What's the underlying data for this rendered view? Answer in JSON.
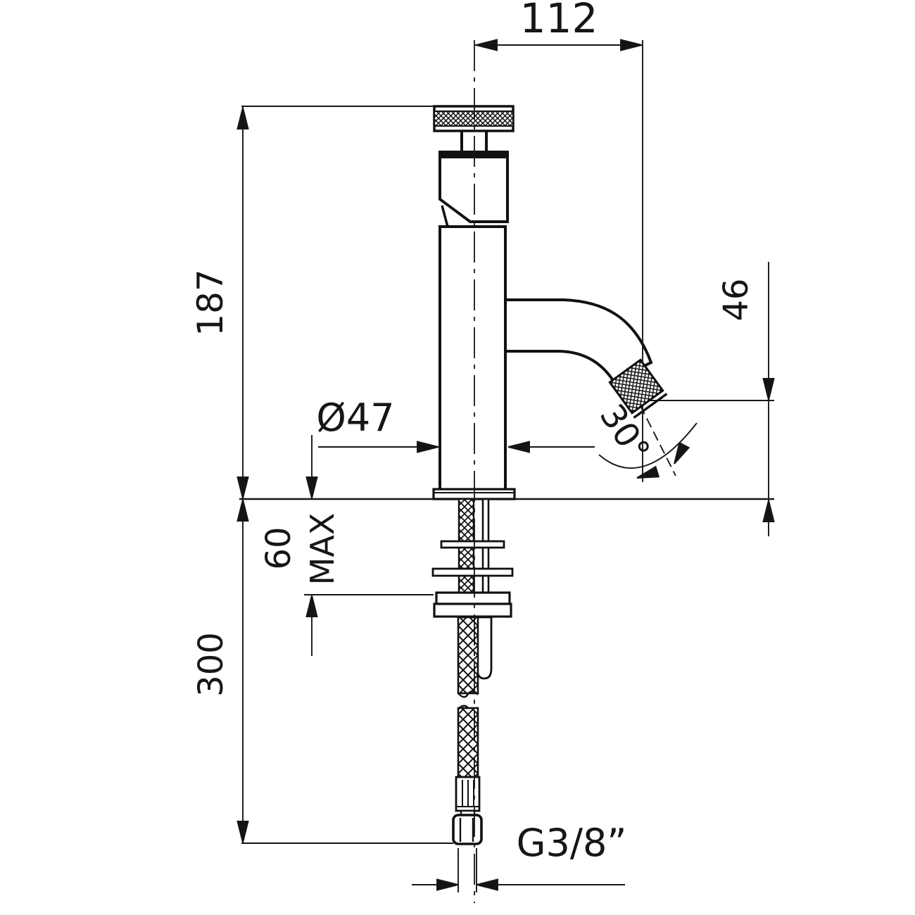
{
  "drawing": {
    "type": "faucet-installation-technical-drawing",
    "line_color": "#161616",
    "background": "#ffffff",
    "dims": {
      "spout_reach": "112",
      "body_height": "187",
      "outlet_height": "46",
      "base_diameter": "Ø47",
      "outlet_angle": "30°",
      "deck_thickness": "60",
      "deck_thickness_label": "MAX",
      "hose_length": "300",
      "thread": "G3/8”"
    }
  }
}
